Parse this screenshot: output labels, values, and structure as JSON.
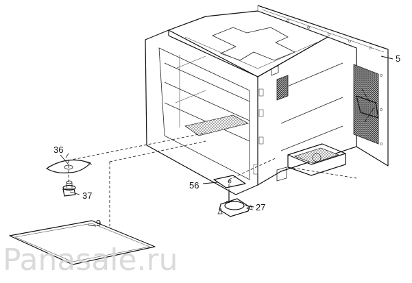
{
  "diagram": {
    "labels": {
      "p5": "5",
      "p36": "36",
      "p37": "37",
      "p56": "56",
      "p27": "27",
      "p9": "9"
    },
    "watermark": "Panasale.ru"
  }
}
